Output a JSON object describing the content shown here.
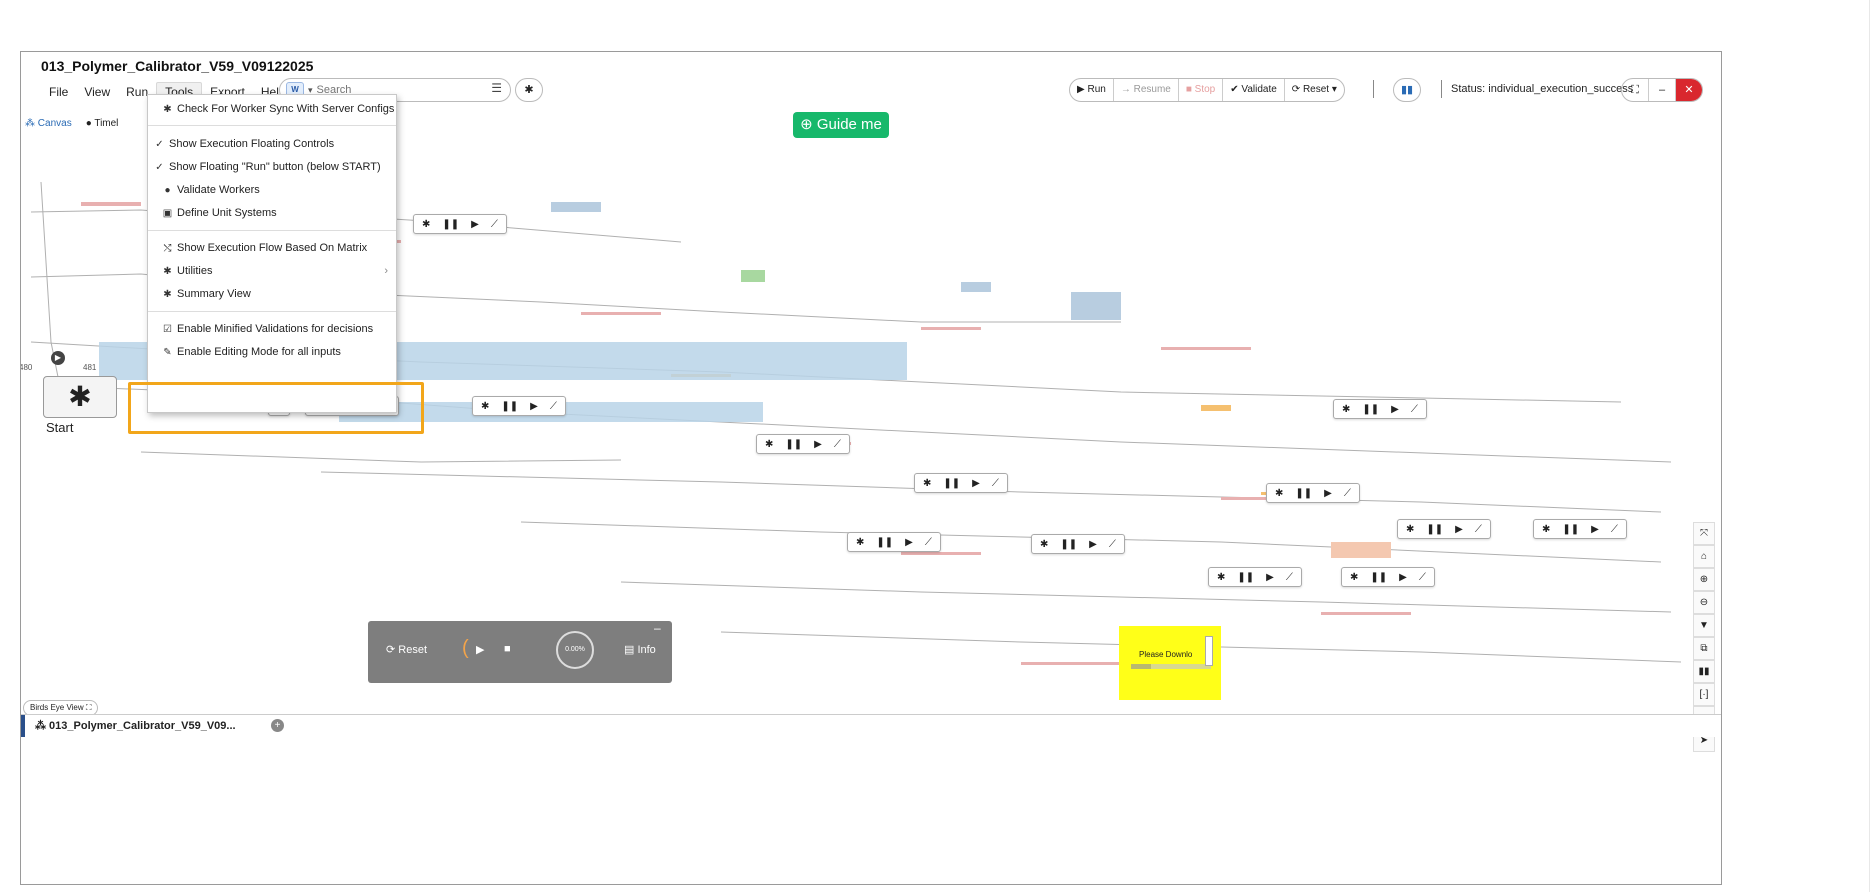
{
  "window": {
    "title": "013_Polymer_Calibrator_V59_V09122025"
  },
  "menubar": {
    "file": "File",
    "view": "View",
    "run": "Run",
    "tools": "Tools",
    "export": "Export",
    "help": "Help"
  },
  "search": {
    "badge": "W",
    "caret": "▾",
    "placeholder": "Search",
    "filter_icon": "☰"
  },
  "toolbar": {
    "run": "▶ Run",
    "resume": "→ Resume",
    "stop": "■ Stop",
    "validate": "✔ Validate",
    "reset": "⟳ Reset ▾"
  },
  "status": {
    "text": "Status: individual_execution_success"
  },
  "window_controls": {
    "expand": "⛶",
    "minimize": "–",
    "close": "✕"
  },
  "guide": {
    "label": "⊕ Guide me"
  },
  "canvas_tabs": {
    "canvas": "Canvas",
    "timeline": "Timel"
  },
  "tools_menu": {
    "items": [
      {
        "icon": "✱",
        "label": "Check For Worker Sync With Server Configs"
      },
      {
        "icon": "✓",
        "label": "Show Execution Floating Controls"
      },
      {
        "icon": "✓",
        "label": "Show Floating \"Run\" button (below START)"
      },
      {
        "icon": "●",
        "label": "Validate Workers"
      },
      {
        "icon": "▣",
        "label": "Define Unit Systems"
      },
      {
        "icon": "⤭",
        "label": "Show Execution Flow Based On Matrix"
      },
      {
        "icon": "✱",
        "label": "Utilities"
      },
      {
        "icon": "✱",
        "label": "Summary View"
      },
      {
        "icon": "☑",
        "label": "Enable Minified Validations for decisions"
      },
      {
        "icon": "✎",
        "label": "Enable Editing Mode for all inputs"
      }
    ],
    "submenu_arrow": "›"
  },
  "node_controls": {
    "gear": "✱",
    "pause": "❚❚",
    "play": "▶",
    "chart": "⟋"
  },
  "start_node": {
    "symbol": "✱",
    "label": "Start",
    "left_num": "480",
    "right_num": "481"
  },
  "exec_panel": {
    "reset": "⟳ Reset",
    "paren": "(",
    "play": "▶",
    "stop": "■",
    "progress": "0.00%",
    "info": "▤ Info",
    "minimize": "–"
  },
  "sticky_note": {
    "text": "Please Downlo"
  },
  "right_tools": [
    "⤧",
    "⌂",
    "⊕",
    "⊖",
    "▼",
    "⧉",
    "▮▮",
    "[·]",
    "⌂",
    "➤"
  ],
  "birds_eye": {
    "label": "Birds Eye View ⛶"
  },
  "bottom_tab": {
    "label": "⁂ 013_Polymer_Calibrator_V59_V09..."
  },
  "add_tab": {
    "label": "+"
  }
}
